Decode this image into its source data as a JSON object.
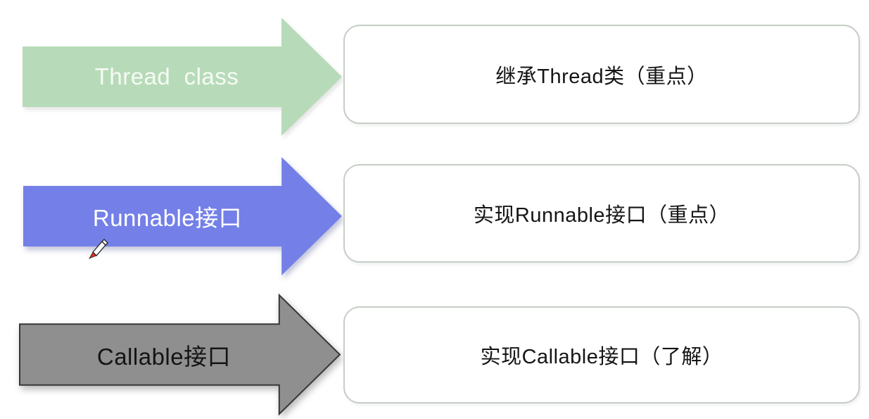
{
  "slide": {
    "background": "#ffffff",
    "box_border_color": "#c6cec6"
  },
  "rows": [
    {
      "arrow_label": "Thread  class",
      "arrow_fill": "#b7dbb8",
      "arrow_stroke": "none",
      "arrow_text_color": "#f6fbf5",
      "box_text": "继承Thread类（重点）"
    },
    {
      "arrow_label": "Runnable接口",
      "arrow_fill": "#7480e8",
      "arrow_stroke": "none",
      "arrow_text_color": "#ffffff",
      "box_text": "实现Runnable接口（重点）"
    },
    {
      "arrow_label": "Callable接口",
      "arrow_fill": "#8f8f8f",
      "arrow_stroke": "#383838",
      "arrow_text_color": "#141414",
      "box_text": "实现Callable接口（了解）"
    }
  ],
  "cursor": {
    "icon": "pencil-cursor",
    "tip_color": "#d93025",
    "body_color": "#ffffff",
    "outline_color": "#222222"
  }
}
